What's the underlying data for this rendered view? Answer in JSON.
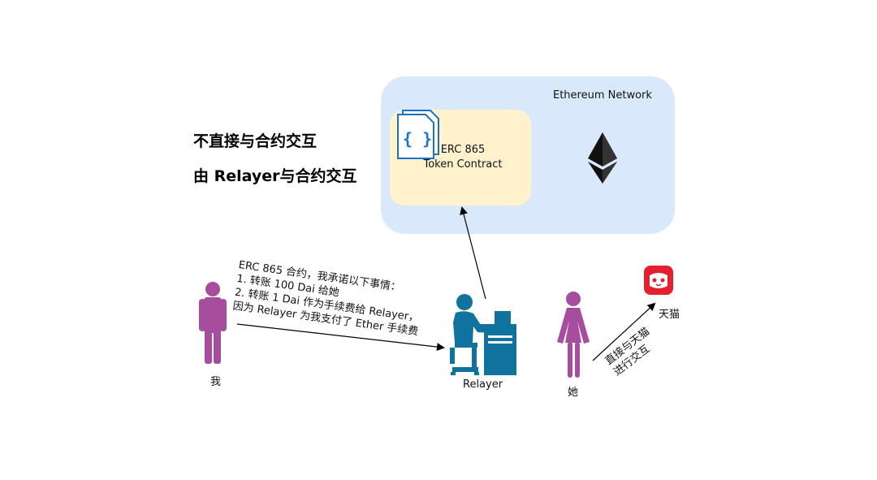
{
  "headline": {
    "line1": "不直接与合约交互",
    "line2": "由 Relayer与合约交互"
  },
  "network": {
    "label": "Ethereum Network",
    "icon": "ethereum-logo-icon"
  },
  "contract": {
    "line1": "ERC 865",
    "line2": "Token Contract",
    "icon": "code-document-icon"
  },
  "message": {
    "lines": [
      "ERC 865 合约，我承诺以下事情：",
      "1. 转账 100 Dai 给她",
      "2. 转账 1 Dai 作为手续费给 Relayer，",
      "因为 Relayer 为我支付了 Ether 手续费"
    ]
  },
  "actors": {
    "me": "我",
    "relayer": "Relayer",
    "her": "她",
    "tmall": "天猫"
  },
  "side_note": {
    "line1": "直接与天猫",
    "line2": "进行交互"
  },
  "colors": {
    "network_bg": "#dae8fc",
    "contract_bg": "#fff2cc",
    "person": "#a64d9e",
    "relayer": "#10739e",
    "tmall": "#e4202e"
  }
}
